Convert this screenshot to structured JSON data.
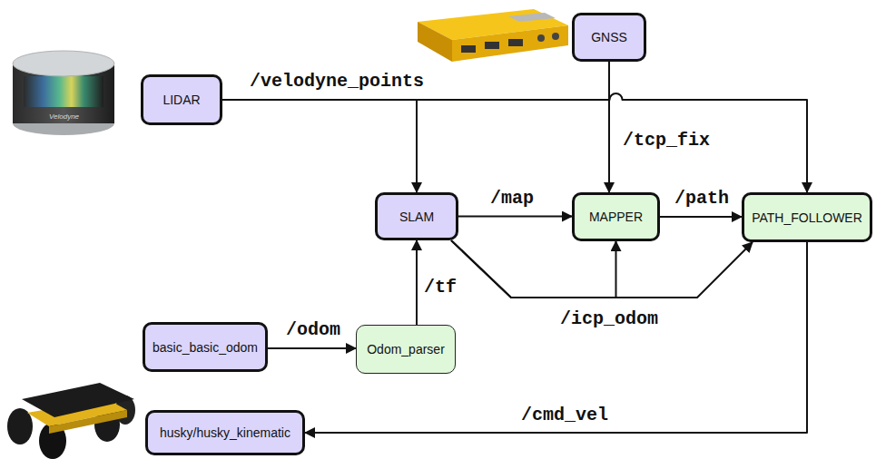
{
  "diagram": {
    "nodes": [
      {
        "text": [
          "LIDAR"
        ]
      },
      {
        "text": [
          "GNSS"
        ]
      },
      {
        "text": [
          "SLAM"
        ]
      },
      {
        "text": [
          "MAPPER"
        ]
      },
      {
        "text": [
          "PATH_FOLLOWER"
        ]
      },
      {
        "text": [
          "basic_basic_odom"
        ]
      },
      {
        "text": [
          "Odom_parser"
        ]
      },
      {
        "text": [
          "husky/husky_kinematic"
        ]
      }
    ],
    "edges": [
      {
        "from": 0,
        "to": 2,
        "label": "/velodyne_points",
        "arrow": "to"
      },
      {
        "from": 0,
        "to": 4,
        "arrow": "to"
      },
      {
        "from": 1,
        "to": 3,
        "label": "/tcp_fix",
        "arrow": "to"
      },
      {
        "from": 2,
        "to": 3,
        "label": "/map",
        "arrow": "to"
      },
      {
        "from": 3,
        "to": 4,
        "label": "/path",
        "arrow": "to"
      },
      {
        "from": 2,
        "to": 3,
        "label": "/icp_odom",
        "arrow": "to"
      },
      {
        "from": 2,
        "to": 4,
        "arrow": "to"
      },
      {
        "from": 5,
        "to": 6,
        "label": "/odom",
        "arrow": "to"
      },
      {
        "from": 6,
        "to": 2,
        "label": "/tf",
        "arrow": "to"
      },
      {
        "from": 4,
        "to": 7,
        "label": "/cmd_vel",
        "arrow": "to"
      }
    ],
    "labels": [
      "Velodyne"
    ]
  }
}
